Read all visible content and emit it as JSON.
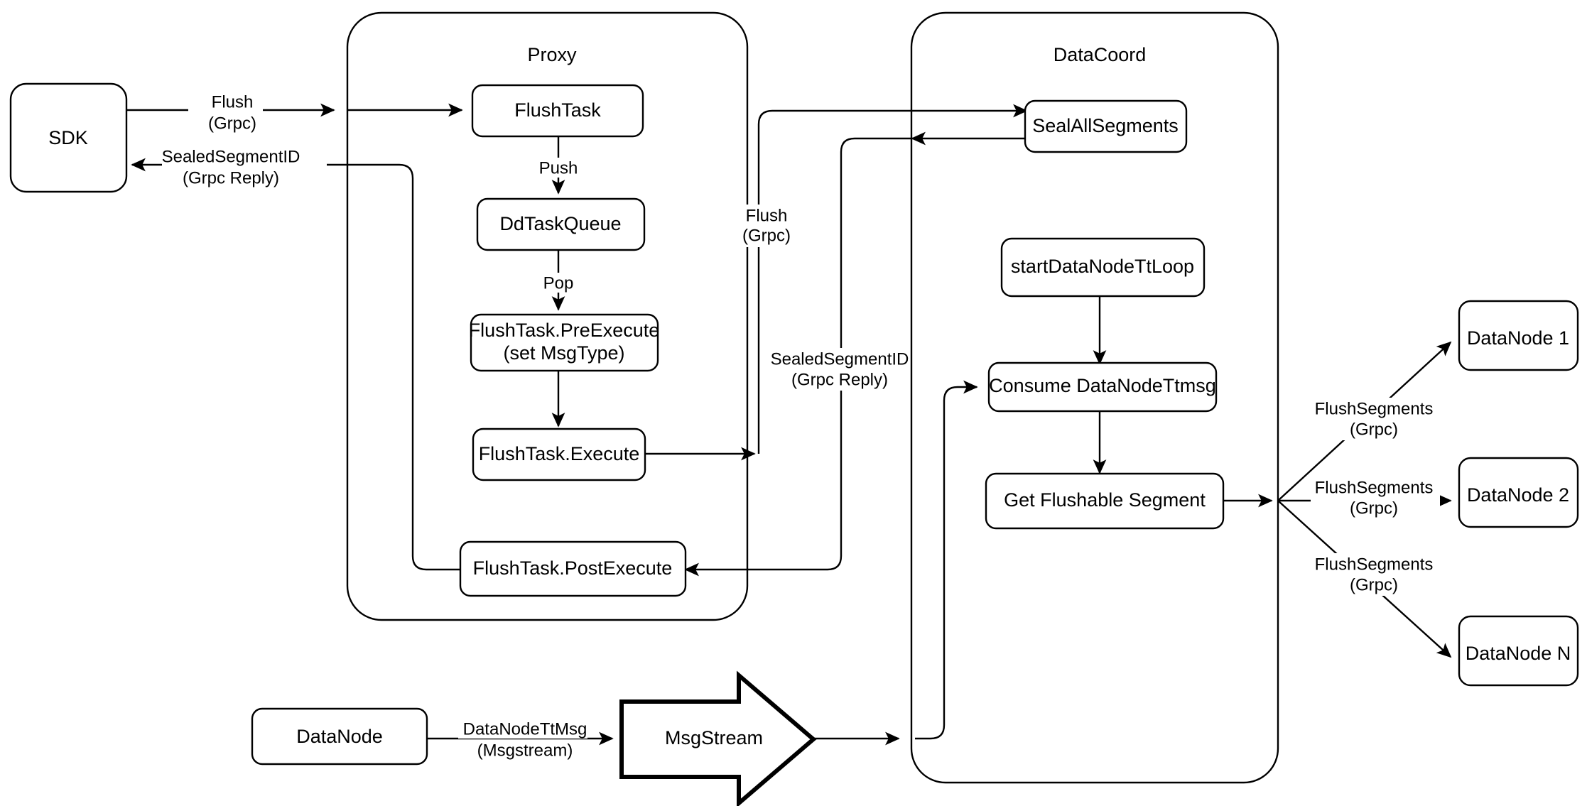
{
  "diagram": {
    "title": "Milvus Flush Sequence Architecture",
    "type": "flowchart",
    "background_color": "#ffffff",
    "stroke_color": "#000000",
    "fill_color": "#ffffff"
  },
  "containers": [
    {
      "id": "proxy",
      "title": "Proxy"
    },
    {
      "id": "datacoord",
      "title": "DataCoord"
    }
  ],
  "nodes": {
    "sdk": {
      "label": "SDK"
    },
    "flush_task": {
      "label": "FlushTask"
    },
    "dd_task_queue": {
      "label": "DdTaskQueue"
    },
    "pre_execute_line1": {
      "label": "FlushTask.PreExecute"
    },
    "pre_execute_line2": {
      "label": "(set MsgType)"
    },
    "execute": {
      "label": "FlushTask.Execute"
    },
    "post_execute": {
      "label": "FlushTask.PostExecute"
    },
    "seal_all_segments": {
      "label": "SealAllSegments"
    },
    "start_dn_tt_loop": {
      "label": "startDataNodeTtLoop"
    },
    "consume_dn_ttmsg": {
      "label": "Consume DataNodeTtmsg"
    },
    "get_flushable_seg": {
      "label": "Get Flushable Segment"
    },
    "datanode_src": {
      "label": "DataNode"
    },
    "msgstream": {
      "label": "MsgStream"
    },
    "datanode_1": {
      "label": "DataNode 1"
    },
    "datanode_2": {
      "label": "DataNode 2"
    },
    "datanode_n": {
      "label": "DataNode N"
    }
  },
  "edge_labels": {
    "sdk_to_proxy_l1": "Flush",
    "sdk_to_proxy_l2": "(Grpc)",
    "proxy_to_sdk_l1": "SealedSegmentID",
    "proxy_to_sdk_l2": "(Grpc Reply)",
    "push": "Push",
    "pop": "Pop",
    "proxy_to_dc_l1": "Flush",
    "proxy_to_dc_l2": "(Grpc)",
    "dc_to_proxy_l1": "SealedSegmentID",
    "dc_to_proxy_l2": "(Grpc Reply)",
    "dn_ttmsg_l1": "DataNodeTtMsg",
    "dn_ttmsg_l2": "(Msgstream)",
    "flush_seg_1_l1": "FlushSegments",
    "flush_seg_1_l2": "(Grpc)",
    "flush_seg_2_l1": "FlushSegments",
    "flush_seg_2_l2": "(Grpc)",
    "flush_seg_n_l1": "FlushSegments",
    "flush_seg_n_l2": "(Grpc)"
  }
}
